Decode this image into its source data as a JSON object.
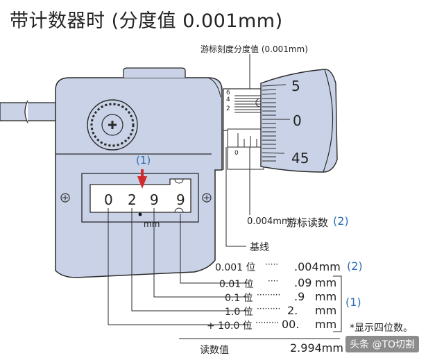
{
  "title": "带计数器时 (分度值 0.001mm)",
  "vernier_label": "游标刻度分度值 (0.001mm)",
  "sleeve_scale": [
    "6",
    "4",
    "2",
    "0"
  ],
  "thimble_scale": [
    "5",
    "0",
    "45"
  ],
  "counter_digits": [
    "0",
    "2",
    "9",
    "9"
  ],
  "counter_unit": "mm",
  "callout_1": "(1)",
  "vernier_reading_value": "0.004mm",
  "vernier_reading_text": "游标读数",
  "callout_2": "(2)",
  "baseline_label": "基线",
  "rows": [
    {
      "place": "0.001 位",
      "dots": "·····",
      "value": ".004mm",
      "tag": "(2)"
    },
    {
      "place": "0.01 位",
      "dots": "····",
      "value": ".09",
      "unit": "mm"
    },
    {
      "place": "0.1 位",
      "dots": "·········",
      "value": ".9",
      "unit": "mm"
    },
    {
      "place": "1.0 位",
      "dots": "·········",
      "value": "2.",
      "unit": "mm"
    },
    {
      "place": "+ 10.0 位",
      "dots": "·········",
      "value": "00.",
      "unit": "mm"
    }
  ],
  "bracket_tag": "(1)",
  "note": "*显示四位数。",
  "total_label": "读数值",
  "total_value": "2.994mm",
  "watermark": "头条 @TO切割",
  "colors": {
    "body": "#c9d2e6",
    "body_dark": "#aab6d2",
    "outline": "#2a2a2a",
    "accent_blue": "#2f6db5",
    "arrow_red": "#d22a2a"
  }
}
